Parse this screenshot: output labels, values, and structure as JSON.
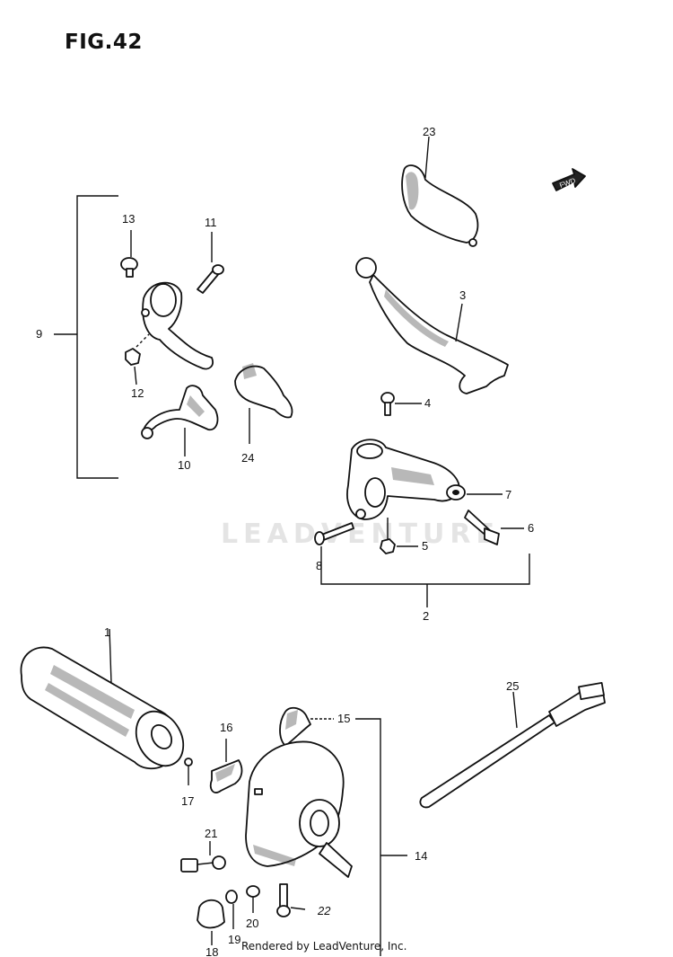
{
  "title": "FIG.42",
  "watermark": "LEADVENTURE",
  "credit": "Rendered by LeadVenture, Inc.",
  "fwd_label": "FWD",
  "callouts": {
    "c1": "1",
    "c2": "2",
    "c3": "3",
    "c4": "4",
    "c5": "5",
    "c6": "6",
    "c7": "7",
    "c8": "8",
    "c9": "9",
    "c10": "10",
    "c11": "11",
    "c12": "12",
    "c13": "13",
    "c14": "14",
    "c15": "15",
    "c16": "16",
    "c17": "17",
    "c18": "18",
    "c19": "19",
    "c20": "20",
    "c21": "21",
    "c22": "22",
    "c23": "23",
    "c24": "24",
    "c25": "25"
  }
}
